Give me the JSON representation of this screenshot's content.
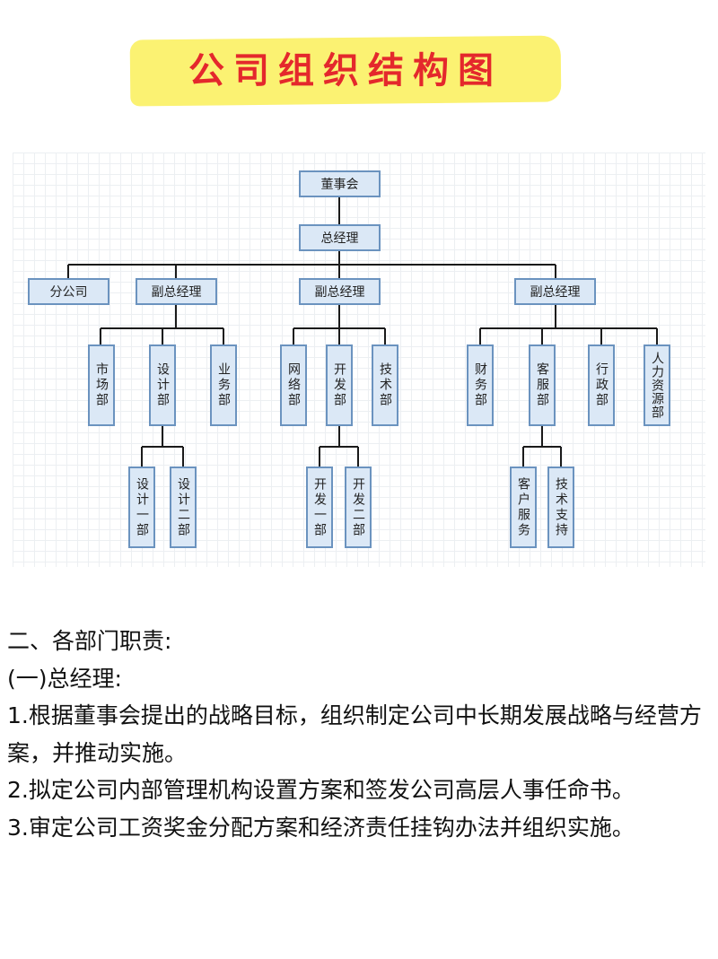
{
  "title": "公司组织结构图",
  "colors": {
    "highlight": "#fbf272",
    "title": "#e4282c",
    "node_fill": "#dbe8f6",
    "node_border": "#6b93bf",
    "connector": "#1a1a1a"
  },
  "org_chart": {
    "board": "董事会",
    "gm": "总经理",
    "branch": "分公司",
    "vp_left": "副总经理",
    "vp_mid": "副总经理",
    "vp_right": "副总经理",
    "market": "市场部",
    "design": "设计部",
    "business": "业务部",
    "network": "网络部",
    "dev": "开发部",
    "tech": "技术部",
    "finance": "财务部",
    "service": "客服部",
    "admin": "行政部",
    "hr": "人力资源部",
    "design1": "设计一部",
    "design2": "设计二部",
    "dev1": "开发一部",
    "dev2": "开发二部",
    "cust_service": "客户服务",
    "tech_support": "技术支持"
  },
  "text": {
    "heading": "二、各部门职责:",
    "subheading": "(一)总经理:",
    "item1": "1.根据董事会提出的战略目标，组织制定公司中长期发展战略与经营方案，并推动实施。",
    "item2": "2.拟定公司内部管理机构设置方案和签发公司高层人事任命书。",
    "item3": "3.审定公司工资奖金分配方案和经济责任挂钩办法并组织实施。"
  }
}
